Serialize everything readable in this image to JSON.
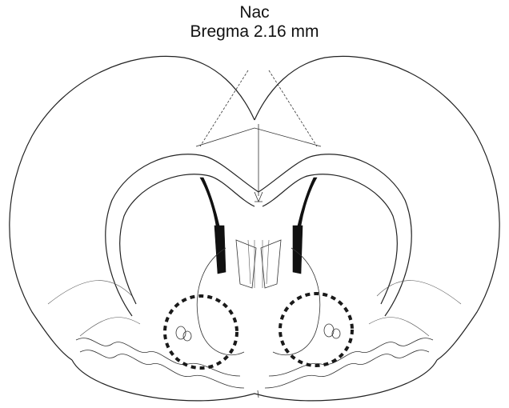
{
  "figure": {
    "title": "Nac",
    "subtitle": "Bregma 2.16 mm"
  },
  "colors": {
    "line": "#222222",
    "target_marker": "#1a1a1a",
    "ventricle_fill": "#111111",
    "background": "#ffffff"
  },
  "regions": {
    "target_left": "dashed-circle-nucleus-accumbens-left",
    "target_right": "dashed-circle-nucleus-accumbens-right"
  }
}
